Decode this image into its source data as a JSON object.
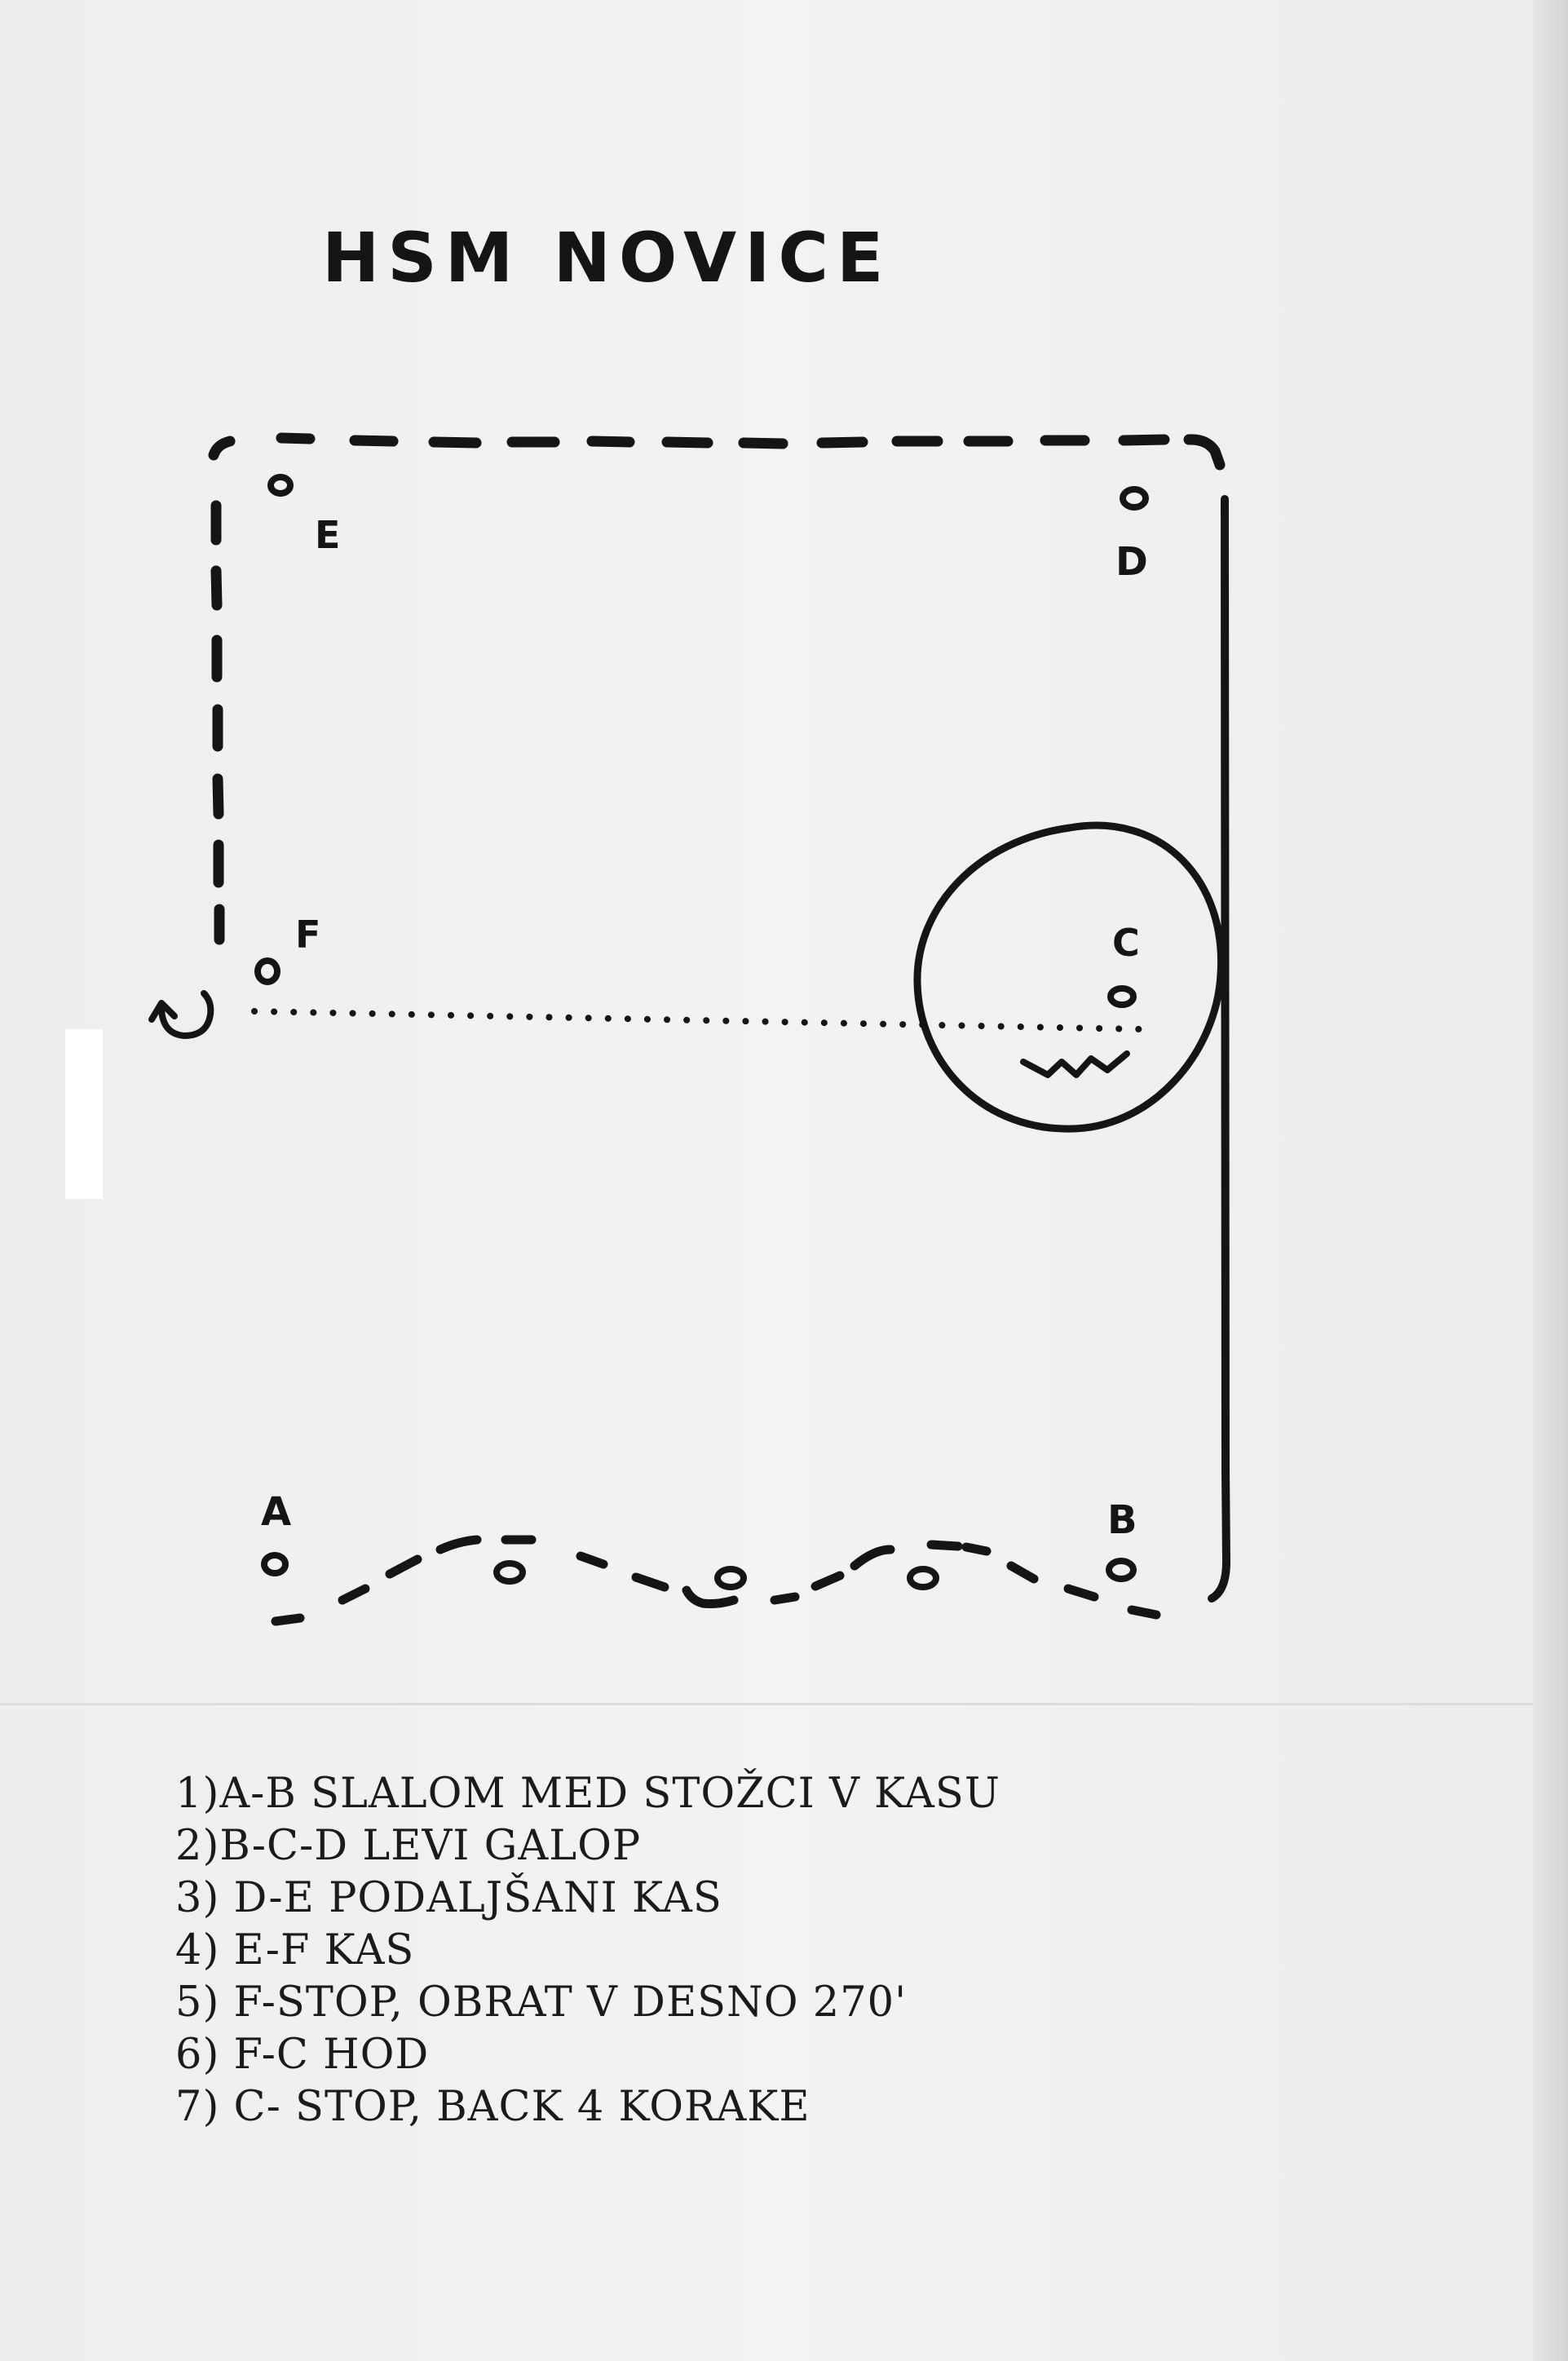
{
  "title": "HSM NOVICE",
  "markers": {
    "a": "A",
    "b": "B",
    "c": "C",
    "d": "D",
    "e": "E",
    "f": "F"
  },
  "instructions": [
    "1)A-B SLALOM MED STOŽCI V KASU",
    "2)B-C-D LEVI GALOP",
    "3) D-E PODALJŠANI KAS",
    "4) E-F KAS",
    "5) F-STOP, OBRAT V DESNO 270'",
    "6) F-C HOD",
    "7) C- STOP, BACK 4 KORAKE"
  ],
  "colors": {
    "ink": "#151515",
    "paper": "#f1f1ef"
  }
}
